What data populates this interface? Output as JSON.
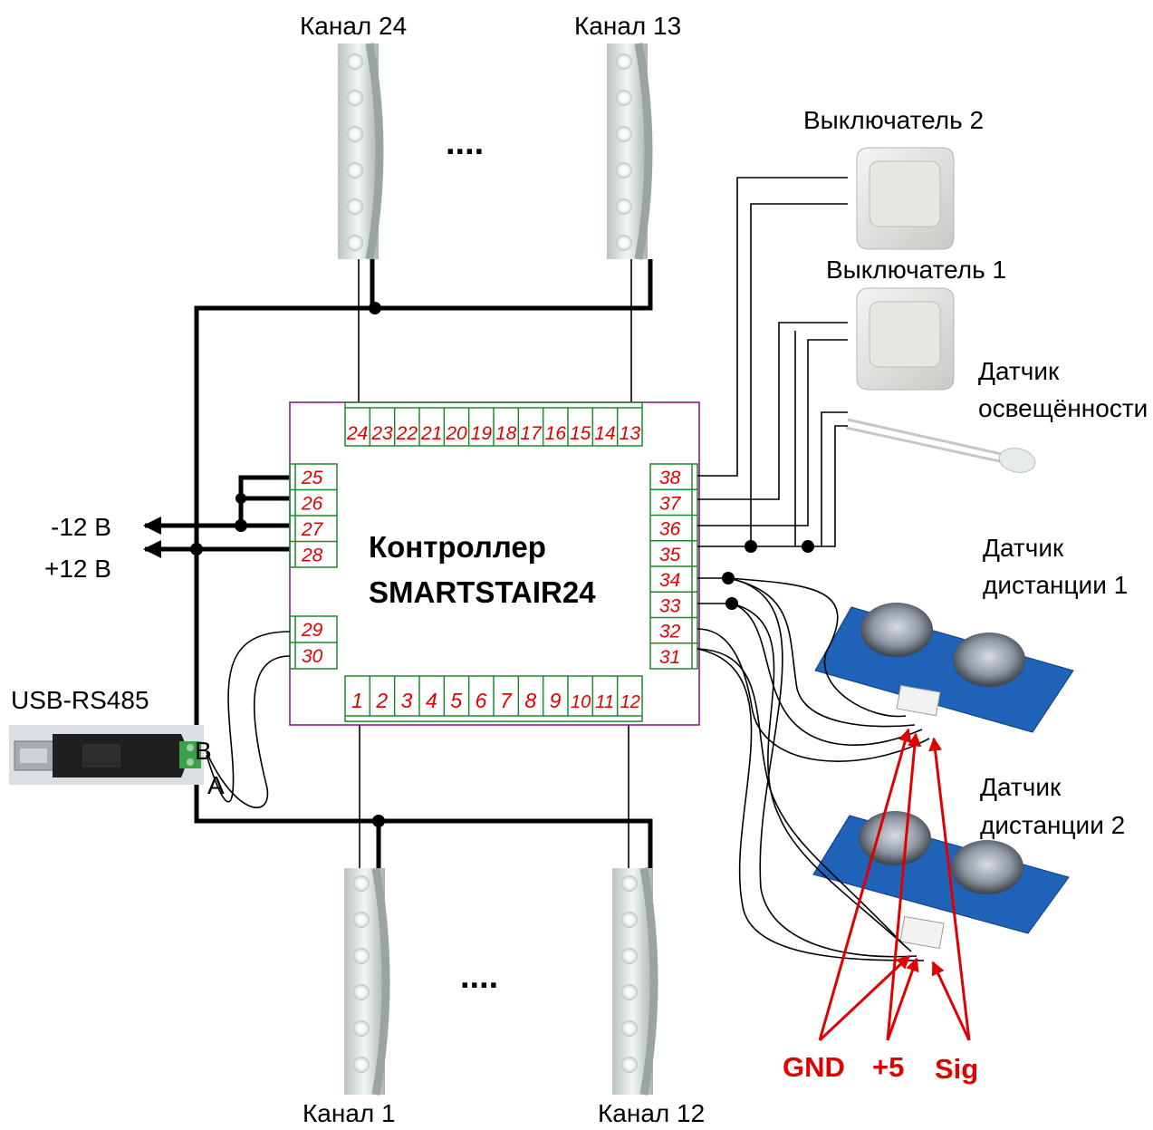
{
  "channels": {
    "ch24": "Канал 24",
    "ch13": "Канал 13",
    "ch1": "Канал 1",
    "ch12": "Канал 12",
    "ellipsis": "...."
  },
  "controller": {
    "line1": "Контроллер",
    "line2": "SMARTSTAIR24",
    "border_color": "#8b1a8b",
    "terminal_color": "#1a8a2a",
    "number_color": "#e00000"
  },
  "terminals": {
    "top": [
      "24",
      "23",
      "22",
      "21",
      "20",
      "19",
      "18",
      "17",
      "16",
      "15",
      "14",
      "13"
    ],
    "bottom": [
      "1",
      "2",
      "3",
      "4",
      "5",
      "6",
      "7",
      "8",
      "9",
      "10",
      "11",
      "12"
    ],
    "left": [
      "25",
      "26",
      "27",
      "28",
      "29",
      "30"
    ],
    "right": [
      "38",
      "37",
      "36",
      "35",
      "34",
      "33",
      "32",
      "31"
    ]
  },
  "power": {
    "minus": "-12 В",
    "plus": "+12 В"
  },
  "usb": {
    "title": "USB-RS485",
    "b": "B",
    "a": "A"
  },
  "switches": {
    "sw2": "Выключатель 2",
    "sw1": "Выключатель 1"
  },
  "light_sensor": {
    "line1": "Датчик",
    "line2": "освещённости"
  },
  "distance1": {
    "line1": "Датчик",
    "line2": "дистанции 1"
  },
  "distance2": {
    "line1": "Датчик",
    "line2": "дистанции 2"
  },
  "pins": {
    "gnd": "GND",
    "plus5": "+5",
    "sig": "Sig"
  },
  "icons": [
    "led-strip-icon",
    "light-switch-icon",
    "photoresistor-icon",
    "ultrasonic-sensor-icon",
    "usb-adapter-icon"
  ]
}
